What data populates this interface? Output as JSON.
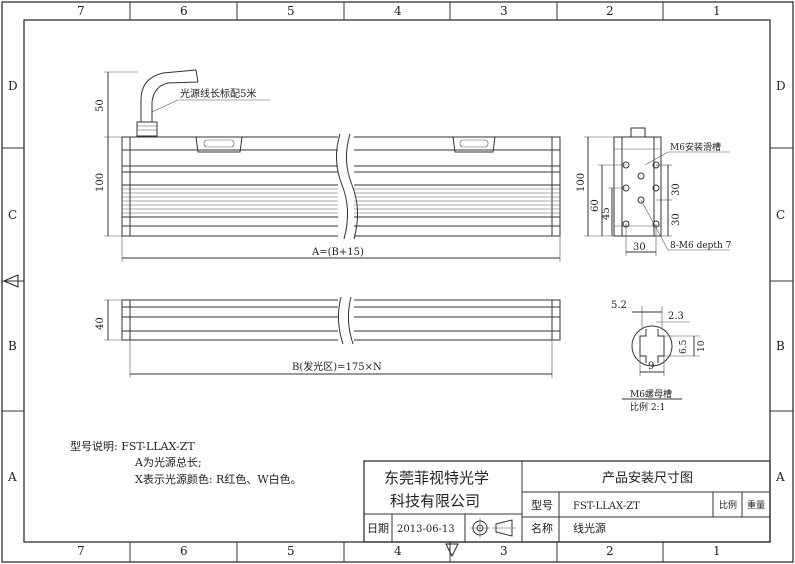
{
  "frame": {
    "cols_top": [
      "7",
      "6",
      "5",
      "4",
      "3",
      "2",
      "1"
    ],
    "cols_bottom": [
      "7",
      "6",
      "5",
      "4",
      "3",
      "2",
      "1"
    ],
    "rows_left": [
      "D",
      "C",
      "B",
      "A"
    ],
    "rows_right": [
      "D",
      "C",
      "B",
      "A"
    ]
  },
  "front_view": {
    "cable_note": "光源线长标配5米",
    "dim_cable": "50",
    "dim_height": "100",
    "dim_length": "A=(B+15)"
  },
  "side_view": {
    "dim_100": "100",
    "dim_60": "60",
    "dim_45": "45",
    "dim_30_top": "30",
    "dim_30_mid": "30",
    "dim_30_bottom": "30",
    "note_slot": "M6安装滑槽",
    "note_holes": "8-M6 depth 7"
  },
  "top_view": {
    "dim_width": "40",
    "dim_emit": "B(发光区)=175×N"
  },
  "section_view": {
    "dim_5_2": "5.2",
    "dim_2_3": "2.3",
    "dim_6_5": "6.5",
    "dim_10": "10",
    "dim_9": "9",
    "title": "M6螺母槽",
    "scale": "比例 2:1"
  },
  "notes": {
    "line1": "型号说明: FST-LLAX-ZT",
    "line2": "A为光源总长;",
    "line3": "X表示光源颜色: R红色、W白色。"
  },
  "title_block": {
    "company_line1": "东莞菲视特光学",
    "company_line2": "科技有限公司",
    "drawing_title": "产品安装尺寸图",
    "model_label": "型号",
    "model_value": "FST-LLAX-ZT",
    "scale_label": "比例",
    "weight_label": "重量",
    "date_label": "日期",
    "date_value": "2013-06-13",
    "name_label": "名称",
    "name_value": "线光源"
  }
}
